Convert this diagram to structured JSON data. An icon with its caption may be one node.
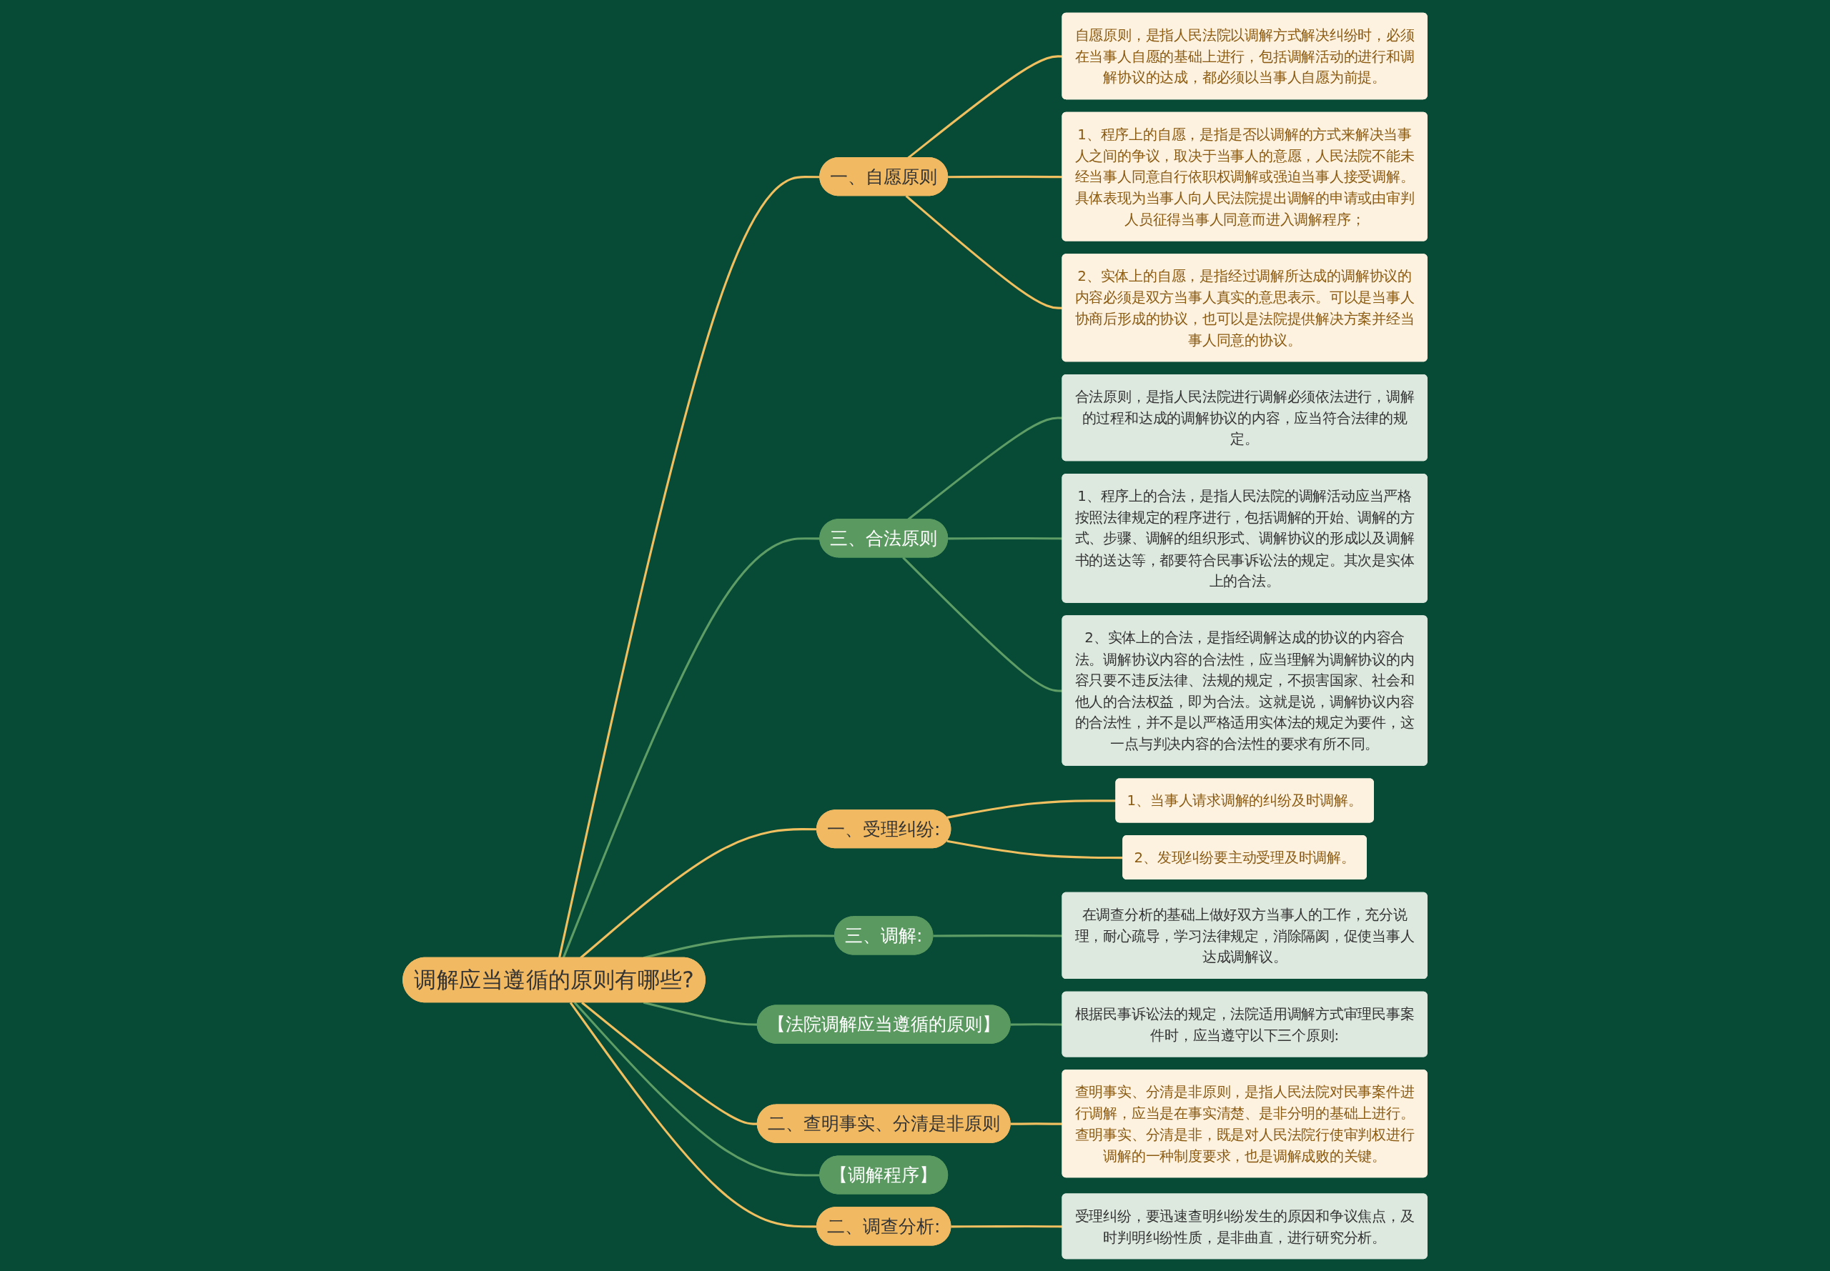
{
  "diagram": {
    "nodes": [
      {
        "text": [
          "调解应当遵循的原则有哪些?"
        ]
      },
      {
        "text": [
          "一、自愿原则"
        ]
      },
      {
        "text": [
          "自愿原则，是指人民法院以调解方式解决纠纷时，必须在当事人自愿的基础上进行，包括调解活动的进行和调解协议的达成，都必须以当事人自愿为前提。"
        ]
      },
      {
        "text": [
          "1、程序上的自愿，是指是否以调解的方式来解决当事人之间的争议，取决于当事人的意愿，人民法院不能未经当事人同意自行依职权调解或强迫当事人接受调解。具体表现为当事人向人民法院提出调解的申请或由审判人员征得当事人同意而进入调解程序；"
        ]
      },
      {
        "text": [
          "2、实体上的自愿，是指经过调解所达成的调解协议的内容必须是双方当事人真实的意思表示。可以是当事人协商后形成的协议，也可以是法院提供解决方案并经当事人同意的协议。"
        ]
      },
      {
        "text": [
          "三、合法原则"
        ]
      },
      {
        "text": [
          "合法原则，是指人民法院进行调解必须依法进行，调解的过程和达成的调解协议的内容，应当符合法律的规定。"
        ]
      },
      {
        "text": [
          "1、程序上的合法，是指人民法院的调解活动应当严格按照法律规定的程序进行，包括调解的开始、调解的方式、步骤、调解的组织形式、调解协议的形成以及调解书的送达等，都要符合民事诉讼法的规定。其次是实体上的合法。"
        ]
      },
      {
        "text": [
          "2、实体上的合法，是指经调解达成的协议的内容合法。调解协议内容的合法性，应当理解为调解协议的内容只要不违反法律、法规的规定，不损害国家、社会和他人的合法权益，即为合法。这就是说，调解协议内容的合法性，并不是以严格适用实体法的规定为要件，这一点与判决内容的合法性的要求有所不同。"
        ]
      },
      {
        "text": [
          "一、受理纠纷:"
        ]
      },
      {
        "text": [
          "1、当事人请求调解的纠纷及时调解。"
        ]
      },
      {
        "text": [
          "2、发现纠纷要主动受理及时调解。"
        ]
      },
      {
        "text": [
          "三、调解:"
        ]
      },
      {
        "text": [
          "在调查分析的基础上做好双方当事人的工作，充分说理，耐心疏导，学习法律规定，消除隔阂，促使当事人达成调解议。"
        ]
      },
      {
        "text": [
          "【法院调解应当遵循的原则】"
        ]
      },
      {
        "text": [
          "根据民事诉讼法的规定，法院适用调解方式审理民事案件时，应当遵守以下三个原则:"
        ]
      },
      {
        "text": [
          "二、查明事实、分清是非原则"
        ]
      },
      {
        "text": [
          "查明事实、分清是非原则，是指人民法院对民事案件进行调解，应当是在事实清楚、是非分明的基础上进行。查明事实、分清是非，既是对人民法院行使审判权进行调解的一种制度要求，也是调解成败的关键。"
        ]
      },
      {
        "text": [
          "【调解程序】"
        ]
      },
      {
        "text": [
          "二、调查分析:"
        ]
      },
      {
        "text": [
          "受理纠纷，要迅速查明纠纷发生的原因和争议焦点，及时判明纠纷性质，是非曲直，进行研究分析。"
        ]
      }
    ],
    "edges": [
      {
        "from": 0,
        "to": 1,
        "arrow": "none"
      },
      {
        "from": 1,
        "to": 2,
        "arrow": "none"
      },
      {
        "from": 1,
        "to": 3,
        "arrow": "none"
      },
      {
        "from": 1,
        "to": 4,
        "arrow": "none"
      },
      {
        "from": 0,
        "to": 5,
        "arrow": "none",
        "color": "#5e9e66"
      },
      {
        "from": 5,
        "to": 6,
        "arrow": "none",
        "color": "#5e9e66"
      },
      {
        "from": 5,
        "to": 7,
        "arrow": "none",
        "color": "#5e9e66"
      },
      {
        "from": 5,
        "to": 8,
        "arrow": "none",
        "color": "#5e9e66"
      },
      {
        "from": 0,
        "to": 9,
        "arrow": "none"
      },
      {
        "from": 9,
        "to": 10,
        "arrow": "none"
      },
      {
        "from": 9,
        "to": 11,
        "arrow": "none"
      },
      {
        "from": 0,
        "to": 12,
        "arrow": "none",
        "color": "#5e9e66"
      },
      {
        "from": 12,
        "to": 13,
        "arrow": "none",
        "color": "#5e9e66"
      },
      {
        "from": 0,
        "to": 14,
        "arrow": "none",
        "color": "#5e9e66"
      },
      {
        "from": 14,
        "to": 15,
        "arrow": "none",
        "color": "#5e9e66"
      },
      {
        "from": 0,
        "to": 16,
        "arrow": "none"
      },
      {
        "from": 16,
        "to": 17,
        "arrow": "none"
      },
      {
        "from": 0,
        "to": 18,
        "arrow": "none",
        "color": "#5e9e66"
      },
      {
        "from": 0,
        "to": 19,
        "arrow": "none"
      },
      {
        "from": 19,
        "to": 20,
        "arrow": "none"
      }
    ]
  }
}
